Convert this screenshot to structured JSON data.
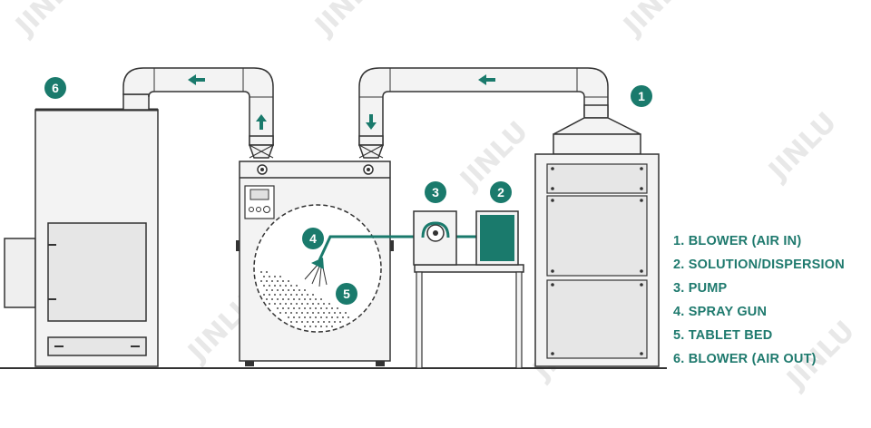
{
  "colors": {
    "accent": "#1a7a6c",
    "outline": "#333333",
    "machine_fill": "#f3f3f3",
    "panel_fill": "#e6e6e6",
    "legend_text": "#1f7a6e"
  },
  "watermark": {
    "text": "JINLU"
  },
  "markers": [
    {
      "number": "1"
    },
    {
      "number": "2"
    },
    {
      "number": "3"
    },
    {
      "number": "4"
    },
    {
      "number": "5"
    },
    {
      "number": "6"
    }
  ],
  "legend": [
    "1. BLOWER (AIR IN)",
    "2. SOLUTION/DISPERSION",
    "3. PUMP",
    "4. SPRAY GUN",
    "5. TABLET BED",
    "6. BLOWER (AIR OUT)"
  ]
}
